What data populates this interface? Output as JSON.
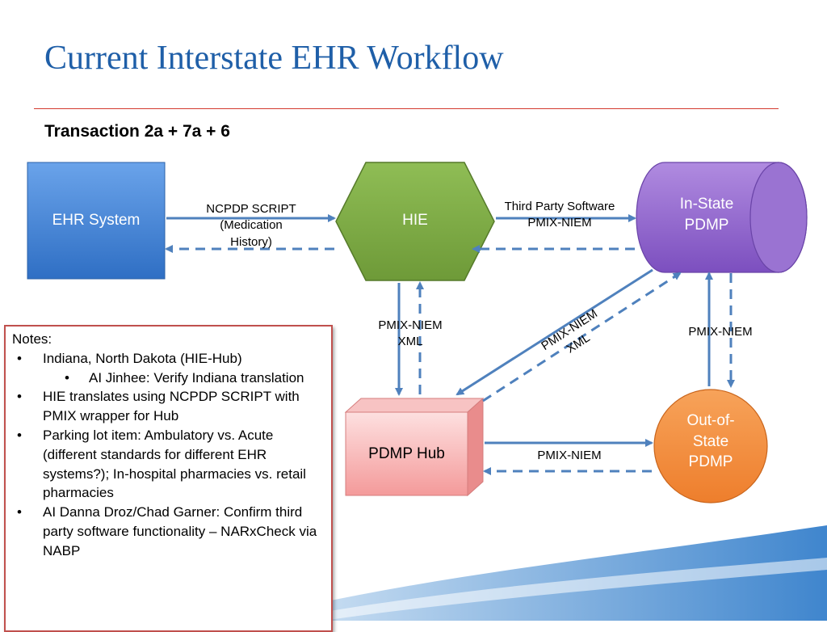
{
  "title": "Current Interstate EHR Workflow",
  "subtitle": "Transaction 2a + 7a + 6",
  "nodes": {
    "ehr": "EHR System",
    "hie": "HIE",
    "instate_line1": "In-State",
    "instate_line2": "PDMP",
    "hub": "PDMP Hub",
    "outstate_line1": "Out-of-",
    "outstate_line2": "State",
    "outstate_line3": "PDMP"
  },
  "edges": {
    "ehr_hie_line1": "NCPDP SCRIPT",
    "ehr_hie_line2": "(Medication",
    "ehr_hie_line3": "History)",
    "hie_instate_line1": "Third Party Software",
    "hie_instate_line2": "PMIX-NIEM",
    "hie_hub_line1": "PMIX-NIEM",
    "hie_hub_line2": "XML",
    "hub_instate_line1": "PMIX-NIEM",
    "hub_instate_line2": "XML",
    "instate_outstate": "PMIX-NIEM",
    "hub_outstate": "PMIX-NIEM"
  },
  "notes": {
    "heading": "Notes:",
    "bullet": "•",
    "items": [
      "Indiana, North Dakota (HIE-Hub)",
      "AI Jinhee: Verify Indiana translation",
      "HIE translates using NCPDP SCRIPT with PMIX wrapper for Hub",
      "Parking lot item: Ambulatory vs. Acute (different standards for different EHR systems?); In-hospital pharmacies vs. retail pharmacies",
      "AI Danna Droz/Chad Garner: Confirm third party software functionality – NARxCheck via NABP"
    ]
  },
  "colors": {
    "title": "#1f5fa8",
    "rule": "#d43a2f",
    "ehr": "#3b7fd4",
    "hie": "#76a240",
    "instate": "#8a5ec4",
    "hub": "#f4a6a6",
    "outstate": "#f0893a",
    "arrow": "#4f81bd",
    "notes_border": "#c0504d"
  }
}
